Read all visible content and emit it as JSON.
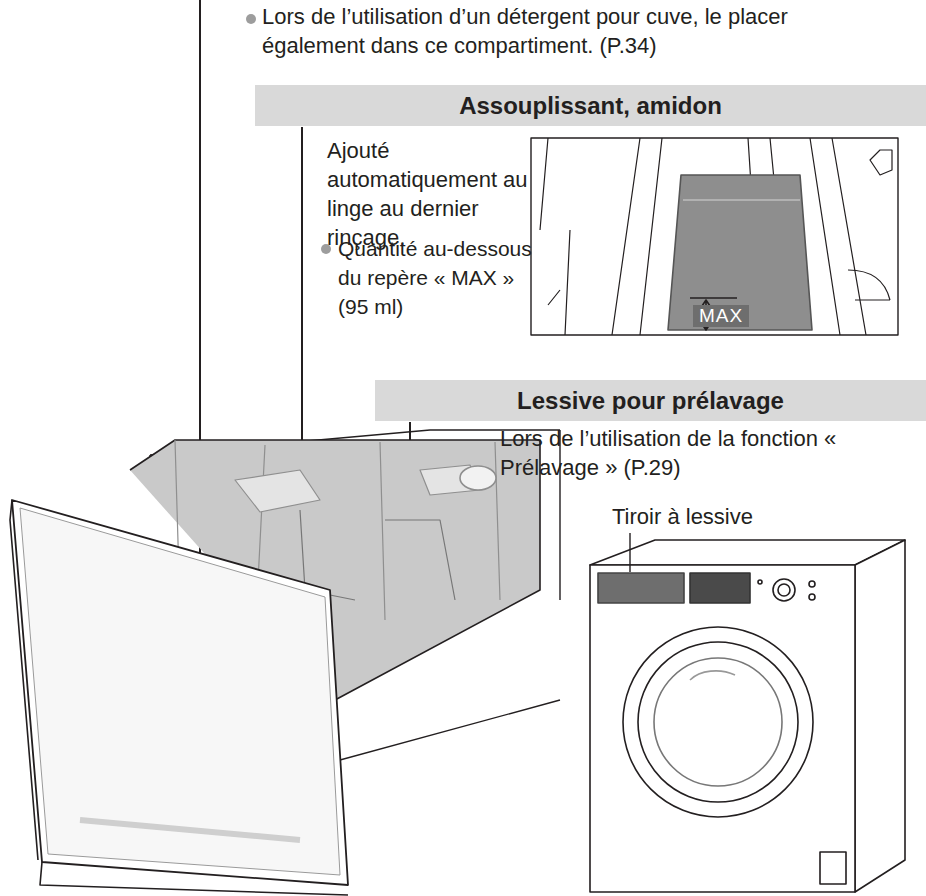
{
  "diagram": {
    "nodes": [
      {
        "text": [
          "Assouplissant, amidon"
        ]
      },
      {
        "text": [
          "Lessive pour prélavage"
        ]
      }
    ],
    "labels": [
      "Lors de l’utilisation d’un détergent pour cuve, le placer également dans ce compartiment. (P.34)",
      "Ajouté automatiquement au linge au dernier rinçage.",
      "Quantité au-dessous du repère « MAX » (95 ml)",
      "MAX",
      "Lors de l’utilisation de la fonction « Prélavage » (P.29)",
      "Tiroir à lessive"
    ]
  }
}
